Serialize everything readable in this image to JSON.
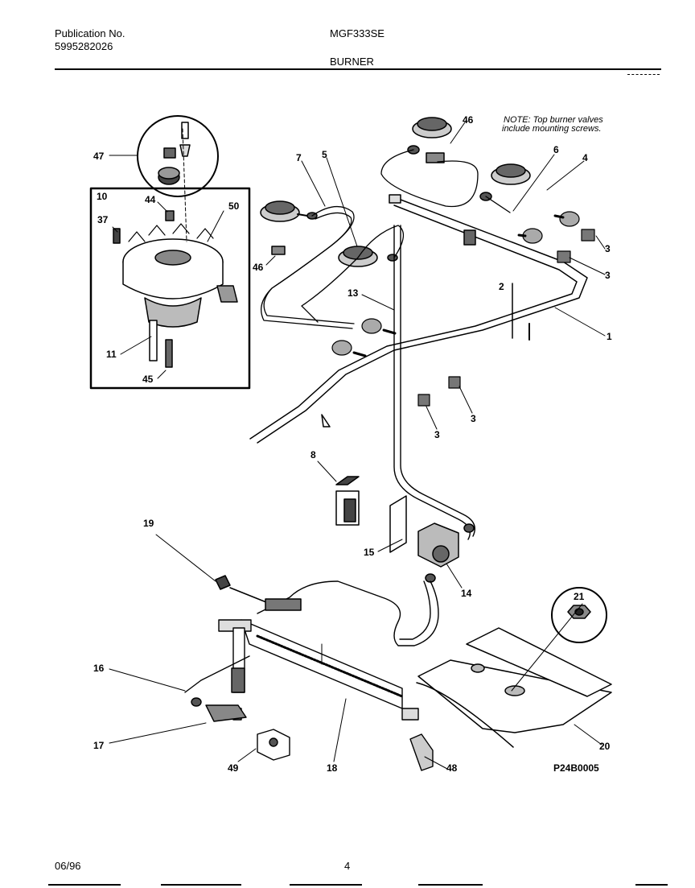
{
  "header": {
    "publication_label": "Publication No.",
    "publication_number": "5995282026",
    "model": "MGF333SE",
    "section": "BURNER"
  },
  "note": {
    "line1": "NOTE: Top burner valves",
    "line2": "include mounting screws."
  },
  "callouts": {
    "c47": "47",
    "c10": "10",
    "c44": "44",
    "c50": "50",
    "c37": "37",
    "c11": "11",
    "c45": "45",
    "c7": "7",
    "c5": "5",
    "c46a": "46",
    "c46b": "46",
    "c6": "6",
    "c4": "4",
    "c3a": "3",
    "c3b": "3",
    "c3c": "3",
    "c3d": "3",
    "c2": "2",
    "c1": "1",
    "c13": "13",
    "c8": "8",
    "c15": "15",
    "c14": "14",
    "c19": "19",
    "c21": "21",
    "c16": "16",
    "c17": "17",
    "c18": "18",
    "c49": "49",
    "c48": "48",
    "c20": "20"
  },
  "figure_code": "P24B0005",
  "footer": {
    "date": "06/96",
    "page": "4"
  }
}
